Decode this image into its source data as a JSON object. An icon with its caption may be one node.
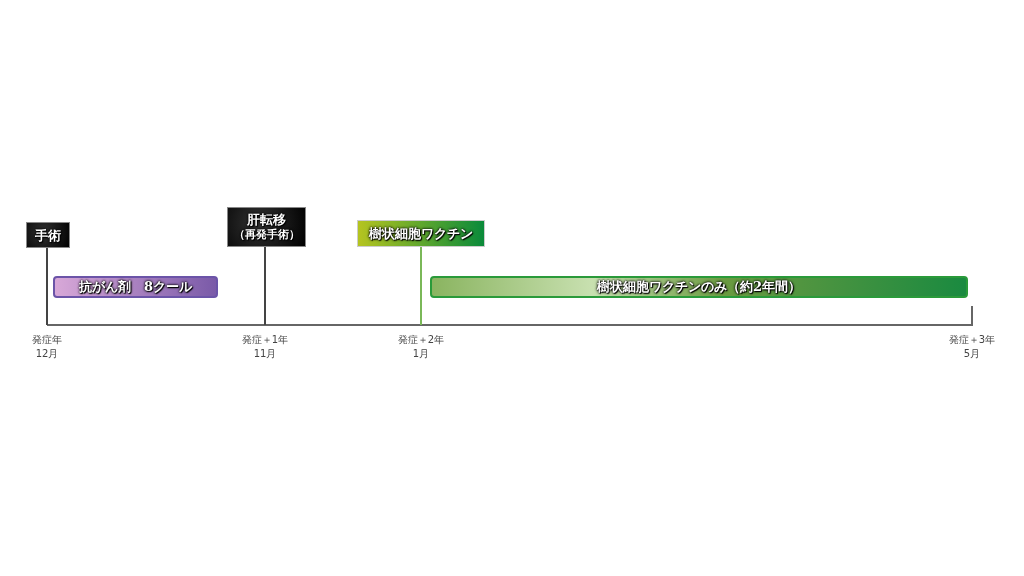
{
  "diagram": {
    "nodes": [
      {
        "text": [
          "手術"
        ]
      },
      {
        "text": [
          "肝転移",
          "（再発手術）"
        ]
      },
      {
        "text": [
          "樹状細胞ワクチン"
        ]
      },
      {
        "text": [
          "抗がん剤　8クール"
        ]
      },
      {
        "text": [
          "樹状細胞ワクチンのみ（約2年間）"
        ]
      }
    ],
    "labels": [
      "発症年",
      "12月",
      "発症＋1年",
      "11月",
      "発症＋2年",
      "1月",
      "発症＋3年",
      "5月"
    ]
  }
}
